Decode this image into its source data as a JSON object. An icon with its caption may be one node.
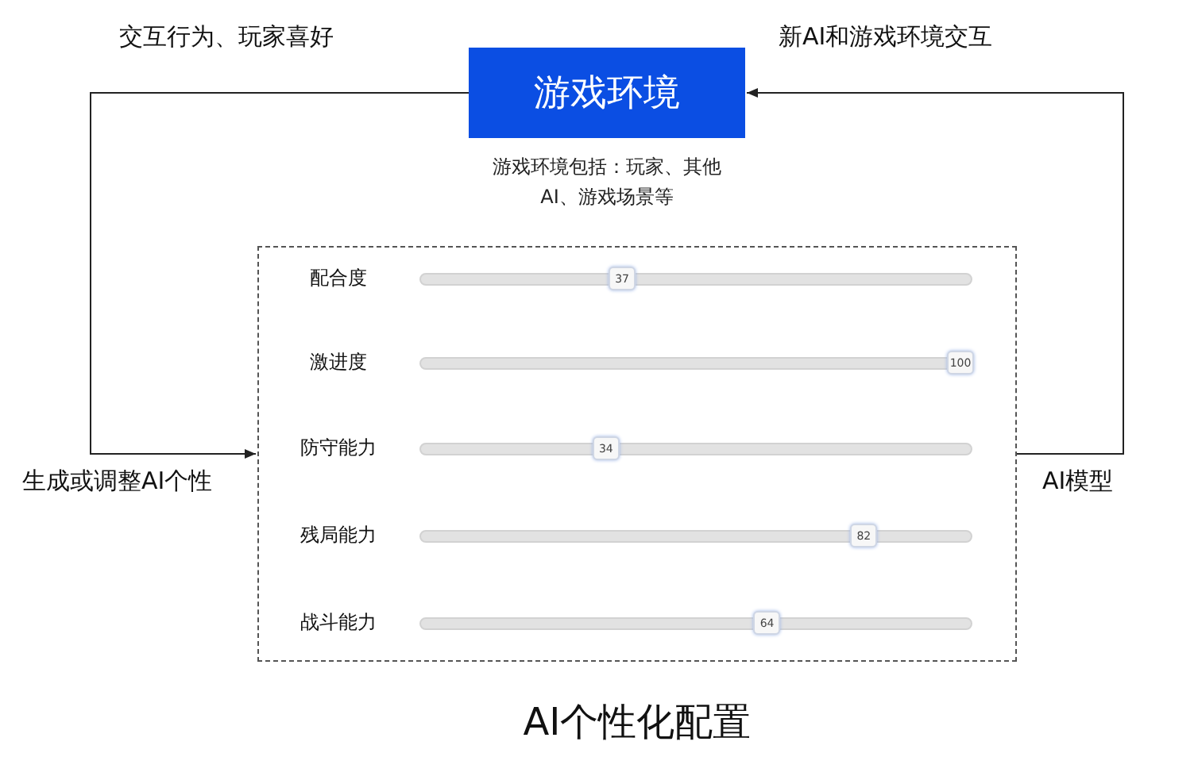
{
  "diagram": {
    "nodes": [
      {
        "text": [
          "游戏环境"
        ],
        "beside": [
          "游戏环境包括：玩家、其他AI、游戏场景等"
        ]
      },
      {
        "text": [
          "AI个性化配置"
        ]
      }
    ],
    "edges": [
      {
        "from": 0,
        "to": 1,
        "arrow": "to",
        "label": "交互行为、玩家喜好"
      },
      {
        "from": 1,
        "to": 0,
        "arrow": "to",
        "label": "新AI和游戏环境交互"
      }
    ],
    "labels": [
      "生成或调整AI个性",
      "AI模型",
      "配合度",
      "37",
      "激进度",
      "100",
      "防守能力",
      "34",
      "残局能力",
      "82",
      "战斗能力",
      "64"
    ]
  }
}
